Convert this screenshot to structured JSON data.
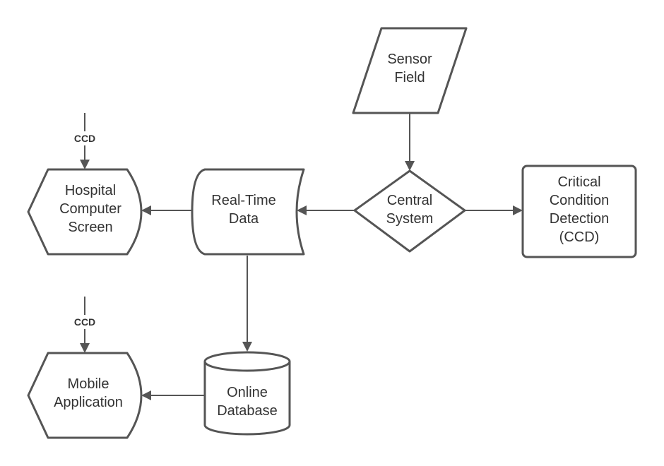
{
  "nodes": {
    "sensor_field": {
      "lines": [
        "Sensor",
        "Field"
      ],
      "shape": "parallelogram"
    },
    "central_system": {
      "lines": [
        "Central",
        "System"
      ],
      "shape": "diamond"
    },
    "ccd": {
      "lines": [
        "Critical",
        "Condition",
        "Detection",
        "(CCD)"
      ],
      "shape": "rounded-rectangle"
    },
    "real_time_data": {
      "lines": [
        "Real-Time",
        "Data"
      ],
      "shape": "stored-data"
    },
    "hospital_screen": {
      "lines": [
        "Hospital",
        "Computer",
        "Screen"
      ],
      "shape": "display"
    },
    "online_database": {
      "lines": [
        "Online",
        "Database"
      ],
      "shape": "cylinder"
    },
    "mobile_app": {
      "lines": [
        "Mobile",
        "Application"
      ],
      "shape": "display"
    }
  },
  "inputs": {
    "hospital_ccd": "CCD",
    "mobile_ccd": "CCD"
  },
  "edges": [
    {
      "from": "Sensor Field",
      "to": "Central System"
    },
    {
      "from": "Central System",
      "to": "Critical Condition Detection (CCD)"
    },
    {
      "from": "Central System",
      "to": "Real-Time Data"
    },
    {
      "from": "Real-Time Data",
      "to": "Hospital Computer Screen"
    },
    {
      "from": "Real-Time Data",
      "to": "Online Database"
    },
    {
      "from": "Online Database",
      "to": "Mobile Application"
    },
    {
      "from": "CCD",
      "to": "Hospital Computer Screen"
    },
    {
      "from": "CCD",
      "to": "Mobile Application"
    }
  ],
  "colors": {
    "stroke": "#555555",
    "text": "#333333",
    "background": "#ffffff"
  }
}
